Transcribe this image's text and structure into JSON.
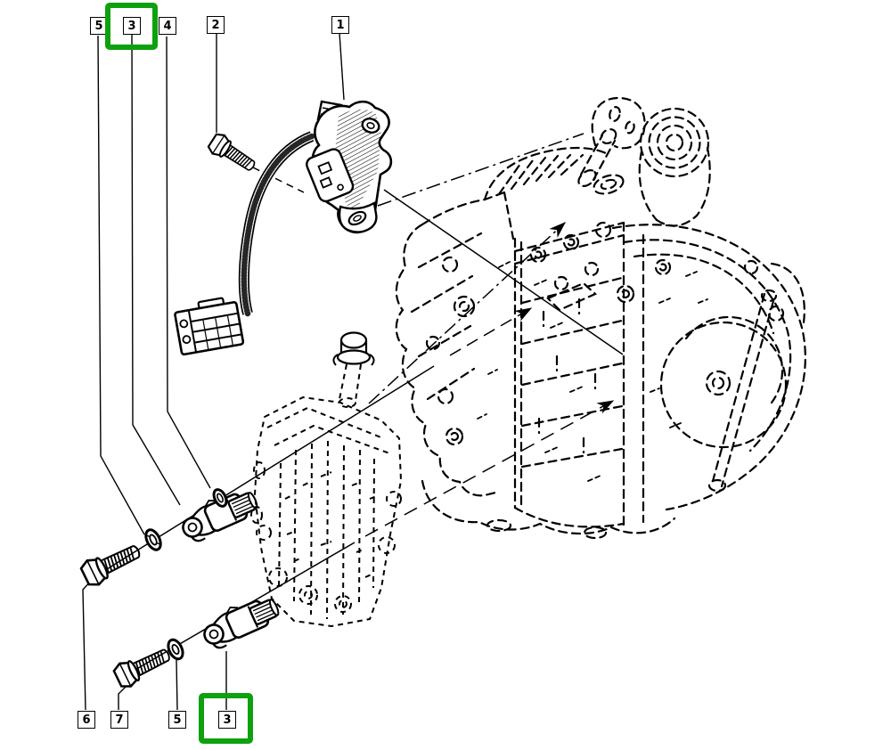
{
  "diagram": {
    "kind": "exploded-parts-diagram",
    "subject": "automatic transmission sensors and multifunction switch",
    "background_color": "#ffffff",
    "line_color": "#000000",
    "highlight_color": "#0DA10D"
  },
  "callouts": [
    {
      "number": "5",
      "position": "top",
      "highlighted": false
    },
    {
      "number": "3",
      "position": "top",
      "highlighted": true
    },
    {
      "number": "4",
      "position": "top",
      "highlighted": false
    },
    {
      "number": "2",
      "position": "top",
      "highlighted": false
    },
    {
      "number": "1",
      "position": "top",
      "highlighted": false
    },
    {
      "number": "6",
      "position": "bottom",
      "highlighted": false
    },
    {
      "number": "7",
      "position": "bottom",
      "highlighted": false
    },
    {
      "number": "5",
      "position": "bottom",
      "highlighted": false
    },
    {
      "number": "3",
      "position": "bottom",
      "highlighted": true
    }
  ],
  "highlight_boxes": [
    {
      "around_callout": "3",
      "location": "top"
    },
    {
      "around_callout": "3",
      "location": "bottom"
    }
  ]
}
